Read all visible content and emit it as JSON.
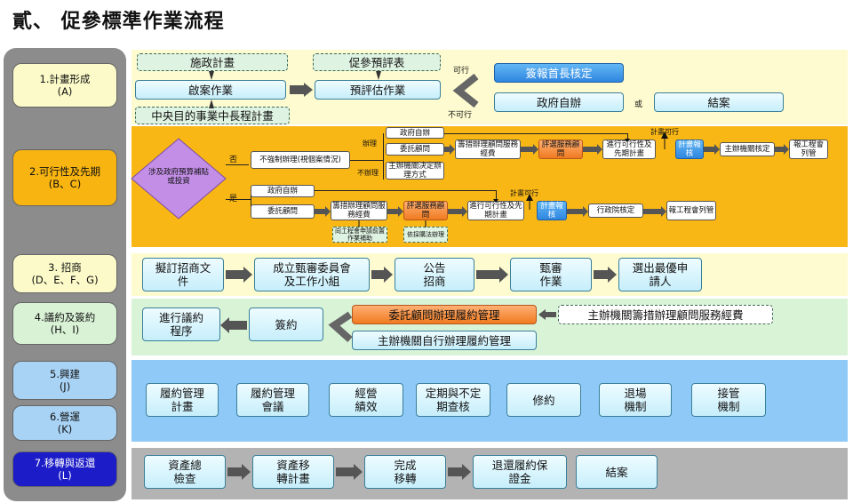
{
  "title": "貳、 促參標準作業流程",
  "phases": [
    {
      "line1": "1.計畫形成",
      "line2": "(A)",
      "bg": "#fbfac8"
    },
    {
      "line1": "2.可行性及先期",
      "line2": "(B、C)",
      "bg": "#f8b411"
    },
    {
      "line1": "3. 招商",
      "line2": "(D、E、F、G)",
      "bg": "#fbfac8"
    },
    {
      "line1": "4.議約及簽約",
      "line2": "(H、I)",
      "bg": "#d9f2d6"
    },
    {
      "line1": "5.興建",
      "line2": "(J)",
      "bg": "#a9d3f5"
    },
    {
      "line1": "6.營運",
      "line2": "(K)",
      "bg": "#a9d3f5"
    },
    {
      "line1": "7.移轉與返還",
      "line2": "(L)",
      "bg": "#1c1cc8"
    }
  ],
  "band_colors": {
    "a": "#fdfbcf",
    "b": "#f9b715",
    "c": "#fdfbcf",
    "d": "#d9f3d6",
    "e": "#8fc9f8",
    "f": "#b3b3b3"
  },
  "section_a": {
    "policy_plan": "施政計畫",
    "start_op": "啟案作業",
    "mid_long_plan": "中央目的事業中長程計畫",
    "eval_form": "促參預評表",
    "pre_eval": "預評估作業",
    "feasible": "可行",
    "not_feasible": "不可行",
    "sign_approve": "簽報首長核定",
    "gov_self": "政府自辦",
    "or": "或",
    "close": "結案"
  },
  "section_b": {
    "decision": "涉及政府預算補貼或投資",
    "no": "否",
    "yes": "是",
    "not_forced": "不強制辦理(視個案情況)",
    "do": "辦理",
    "not_do": "不辦理",
    "gov_self_1": "政府自辦",
    "consult_1": "委託顧問",
    "agency_decide": "主辦機關決定辦理方式",
    "fund_1": "籌措辦理顧問服務經費",
    "select_1": "評選服務顧問",
    "feasibility_1": "進行可行性及先期計畫",
    "plan_feasible_1": "計畫可行",
    "report_1": "計畫報核",
    "agency_approve": "主辦機關核定",
    "report_eng_1": "報工程會列管",
    "gov_self_2": "政府自辦",
    "consult_2": "委託顧問",
    "fund_2": "籌措辦理顧問服務經費",
    "apply_subsidy": "向工程會申請前置作業補助",
    "select_2": "評選服務顧問",
    "by_procurement": "依採購法辦理",
    "feasibility_2": "進行可行性及先期計畫",
    "plan_feasible_2": "計畫可行",
    "report_2": "計畫報核",
    "exec_approve": "行政院核定",
    "report_eng_2": "報工程會列管"
  },
  "section_c": {
    "steps": [
      "擬訂招商文件",
      "成立甄審委員會及工作小組",
      "公告招商",
      "甄審作業",
      "選出最優申請人"
    ]
  },
  "section_d": {
    "negotiate": "進行議約程序",
    "sign": "簽約",
    "consult_manage": "委託顧問辦理履約管理",
    "agency_fund": "主辦機關籌措辦理顧問服務經費",
    "self_manage": "主辦機關自行辦理履約管理"
  },
  "section_e": {
    "steps": [
      "履約管理計畫",
      "履約管理會議",
      "經營績效",
      "定期與不定期查核",
      "修約",
      "退場機制",
      "接管機制"
    ]
  },
  "section_f": {
    "steps": [
      "資產總檢查",
      "資產移轉計畫",
      "完成移轉",
      "退還履約保證金",
      "結案"
    ]
  }
}
